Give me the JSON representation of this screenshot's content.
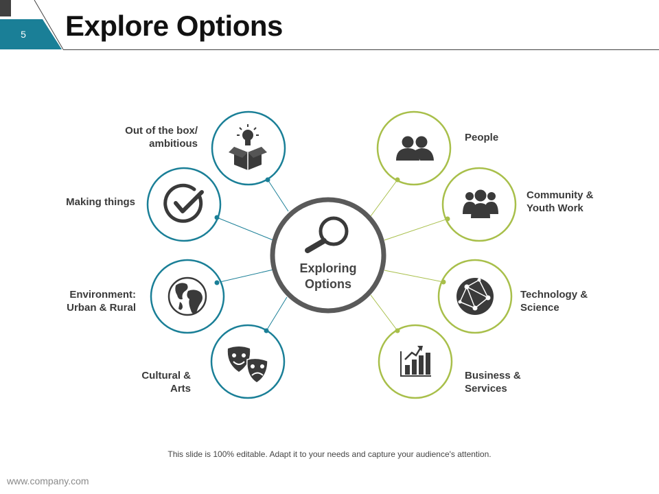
{
  "slide": {
    "number": "5",
    "title": "Explore Options"
  },
  "colors": {
    "teal": "#1a7f97",
    "green": "#a8bf4a",
    "dark": "#404040",
    "center_ring": "#5a5a5a"
  },
  "center": {
    "line1": "Exploring",
    "line2": "Options",
    "icon": "magnifier-icon"
  },
  "left_items": [
    {
      "line1": "Out of the box/",
      "line2": "ambitious",
      "icon": "lightbulb-box-icon"
    },
    {
      "line1": "Making things",
      "line2": "",
      "icon": "checkmark-circle-icon"
    },
    {
      "line1": "Environment:",
      "line2": "Urban & Rural",
      "icon": "globe-icon"
    },
    {
      "line1": "Cultural &",
      "line2": "Arts",
      "icon": "theater-masks-icon"
    }
  ],
  "right_items": [
    {
      "line1": "People",
      "line2": "",
      "icon": "two-people-icon"
    },
    {
      "line1": "Community &",
      "line2": "Youth Work",
      "icon": "group-icon"
    },
    {
      "line1": "Technology &",
      "line2": "Science",
      "icon": "network-globe-icon"
    },
    {
      "line1": "Business &",
      "line2": "Services",
      "icon": "growth-chart-icon"
    }
  ],
  "footer": {
    "note": "This slide is 100% editable. Adapt it to your needs and capture your audience's attention.",
    "url": "www.company.com"
  }
}
